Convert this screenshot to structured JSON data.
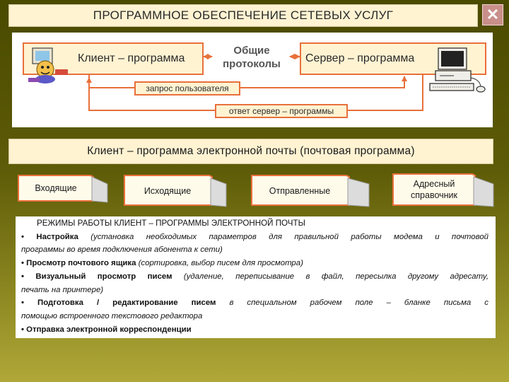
{
  "window": {
    "title": "ПРОГРАММНОЕ ОБЕСПЕЧЕНИЕ СЕТЕВЫХ УСЛУГ",
    "close_label": "✕"
  },
  "diagram": {
    "client_label": "Клиент – программа",
    "protocols_label_1": "Общие",
    "protocols_label_2": "протоколы",
    "server_label": "Сервер – программа",
    "request_label": "запрос пользователя",
    "response_label": "ответ  сервер – программы",
    "client_icon": "cartoon-user-computer-icon",
    "server_icon": "desktop-computer-icon"
  },
  "mail_client": {
    "title": "Клиент – программа  электронной  почты  (почтовая программа)",
    "folders": [
      {
        "label": "Входящие"
      },
      {
        "label": "Исходящие"
      },
      {
        "label": "Отправленные"
      },
      {
        "label_1": "Адресный",
        "label_2": "справочник"
      }
    ]
  },
  "modes": {
    "heading": "РЕЖИМЫ  РАБОТЫ  КЛИЕНТ – ПРОГРАММЫ  ЭЛЕКТРОННОЙ  ПОЧТЫ",
    "items": [
      {
        "title": "• Настройка",
        "text_1": "  (установка  необходимых  параметров  для  правильной  работы  модема  и  почтовой",
        "text_2": "программы во время подключения абонента к сети)"
      },
      {
        "title": "• Просмотр почтового ящика",
        "text_1": " (сортировка, выбор писем для просмотра)"
      },
      {
        "title": "• Визуальный   просмотр   писем",
        "text_1": "  (удаление,  переписывание  в  файл,  пересылка  другому  адресату,",
        "text_2": "печать на принтере)"
      },
      {
        "title": "• Подготовка  /  редактирование   писем",
        "text_1": "  в   специальном   рабочем   поле  –   бланке  письма  с",
        "text_2": "помощью встроенного текстового редактора"
      },
      {
        "title": "• Отправка  электронной  корреспонденции"
      }
    ]
  },
  "colors": {
    "accent_orange": "#e8703a",
    "box_fill": "#fff3d2",
    "background_olive": "#5e5c08",
    "close_button": "#c98f8a"
  }
}
